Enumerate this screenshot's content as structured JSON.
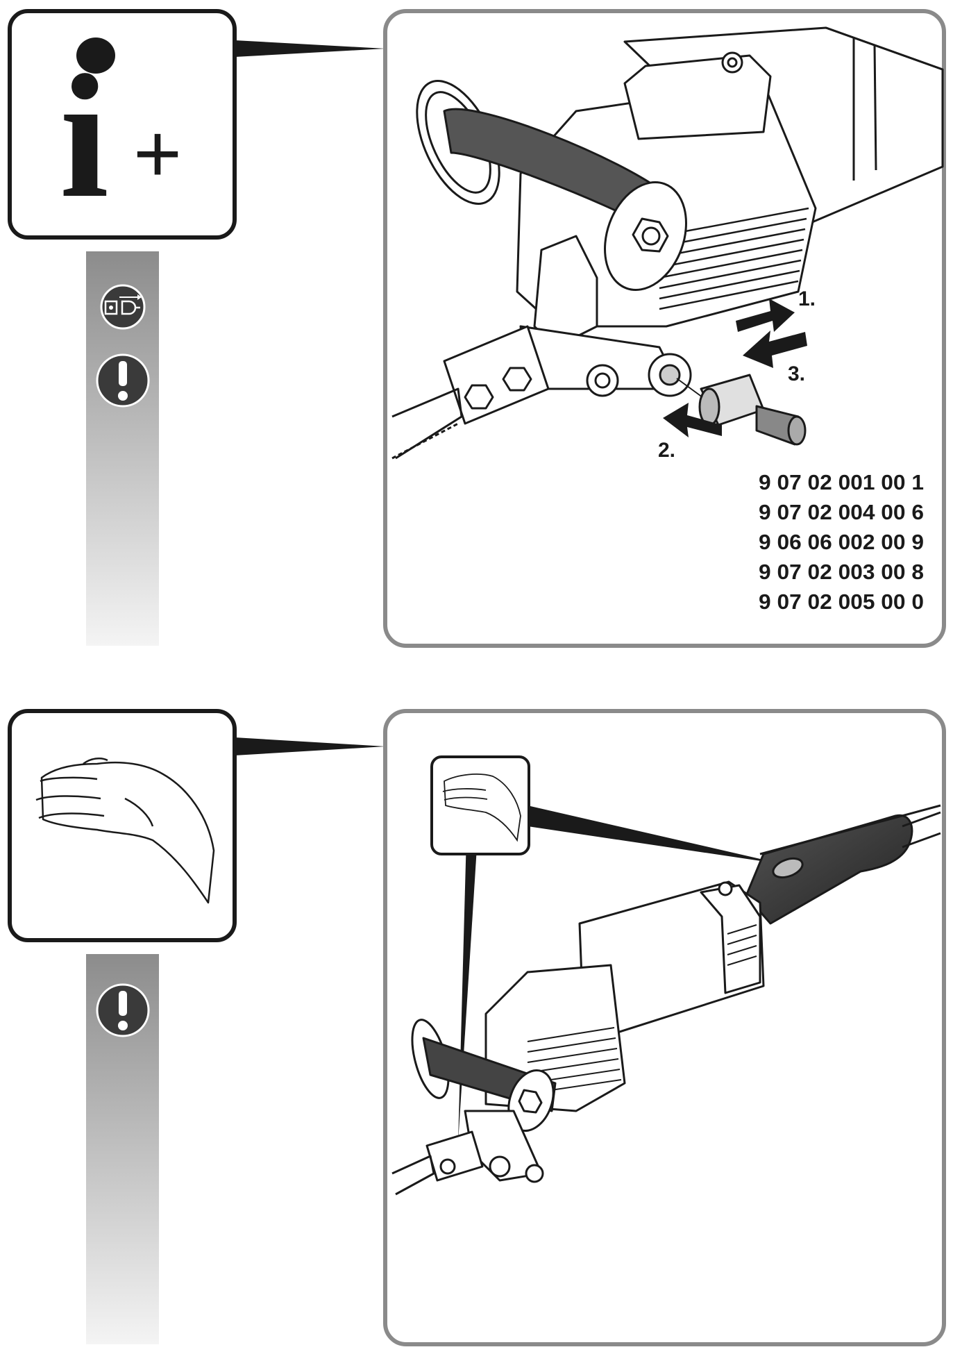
{
  "section1": {
    "info_symbol": {
      "letter": "i",
      "plus": "+"
    },
    "step_labels": [
      "1.",
      "2.",
      "3."
    ],
    "part_numbers": [
      "9 07 02 001 00 1",
      "9 07 02 004 00 6",
      "9 06 06 002 00 9",
      "9 07 02 003 00 8",
      "9 07 02 005 00 0"
    ],
    "icons": [
      "unplug-icon",
      "warning-icon"
    ]
  },
  "section2": {
    "icons": [
      "hand-icon",
      "warning-icon"
    ]
  },
  "colors": {
    "frame": "#8a8a8a",
    "ink": "#1a1a1a",
    "strip_top": "#9a9a9a",
    "strip_bottom": "#f2f2f2"
  }
}
